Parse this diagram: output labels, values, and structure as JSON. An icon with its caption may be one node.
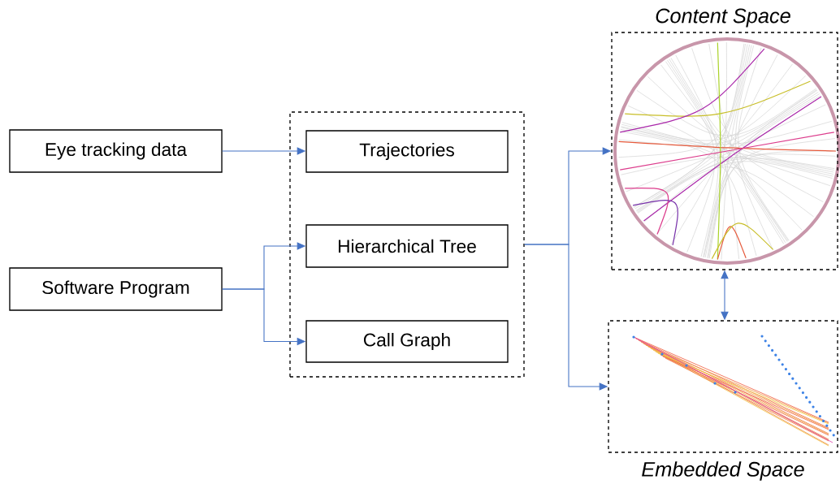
{
  "diagram": {
    "nodes": [
      {
        "text": [
          "Eye tracking data"
        ]
      },
      {
        "text": [
          "Software Program"
        ]
      },
      {
        "text": [],
        "shape": "box"
      },
      {
        "text": [
          "Trajectories"
        ],
        "in": 2
      },
      {
        "text": [
          "Hierarchical Tree"
        ],
        "in": 2
      },
      {
        "text": [
          "Call Graph"
        ],
        "in": 2
      },
      {
        "text": [
          "Content Space"
        ]
      },
      {
        "text": [
          "Embedded Space"
        ]
      }
    ],
    "edges": [
      {
        "from": 0,
        "to": 3,
        "arrow": "to"
      },
      {
        "from": 1,
        "to": 4,
        "arrow": "to"
      },
      {
        "from": 1,
        "to": 5,
        "arrow": "to"
      },
      {
        "from": 2,
        "to": 6,
        "arrow": "to"
      },
      {
        "from": 2,
        "to": 7,
        "arrow": "to"
      },
      {
        "from": 6,
        "to": 7,
        "arrow": "both"
      }
    ]
  }
}
